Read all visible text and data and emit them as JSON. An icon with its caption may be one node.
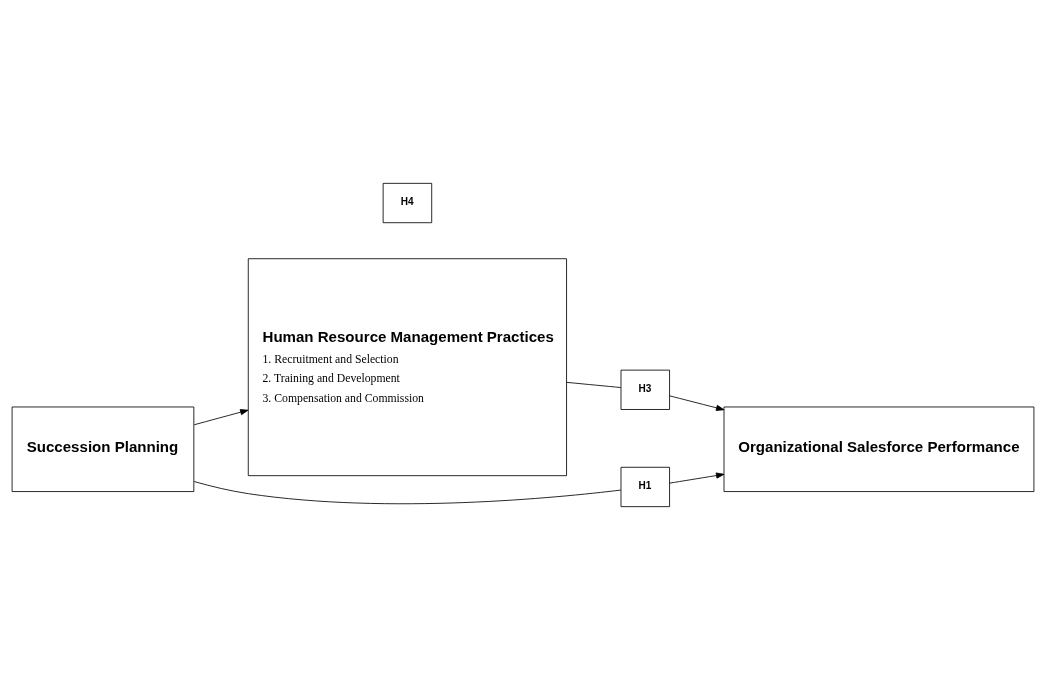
{
  "diagram": {
    "nodes": [
      {
        "text": [
          "H4"
        ]
      },
      {
        "text": [
          "Human Resource Management Practices",
          "1. Recruitment and Selection",
          "2. Training and Development",
          "3. Compensation and Commission"
        ]
      },
      {
        "text": [
          "H3"
        ]
      },
      {
        "text": [
          "Succession Planning"
        ]
      },
      {
        "text": [
          "Organizational Salesforce Performance"
        ]
      },
      {
        "text": [
          "H1"
        ]
      }
    ],
    "edges": [
      {
        "from": 3,
        "to": 1,
        "arrow": "to"
      },
      {
        "from": 1,
        "to": 2,
        "arrow": "none"
      },
      {
        "from": 2,
        "to": 4,
        "arrow": "to"
      },
      {
        "from": 3,
        "to": 5,
        "arrow": "none"
      },
      {
        "from": 5,
        "to": 4,
        "arrow": "to"
      }
    ]
  }
}
